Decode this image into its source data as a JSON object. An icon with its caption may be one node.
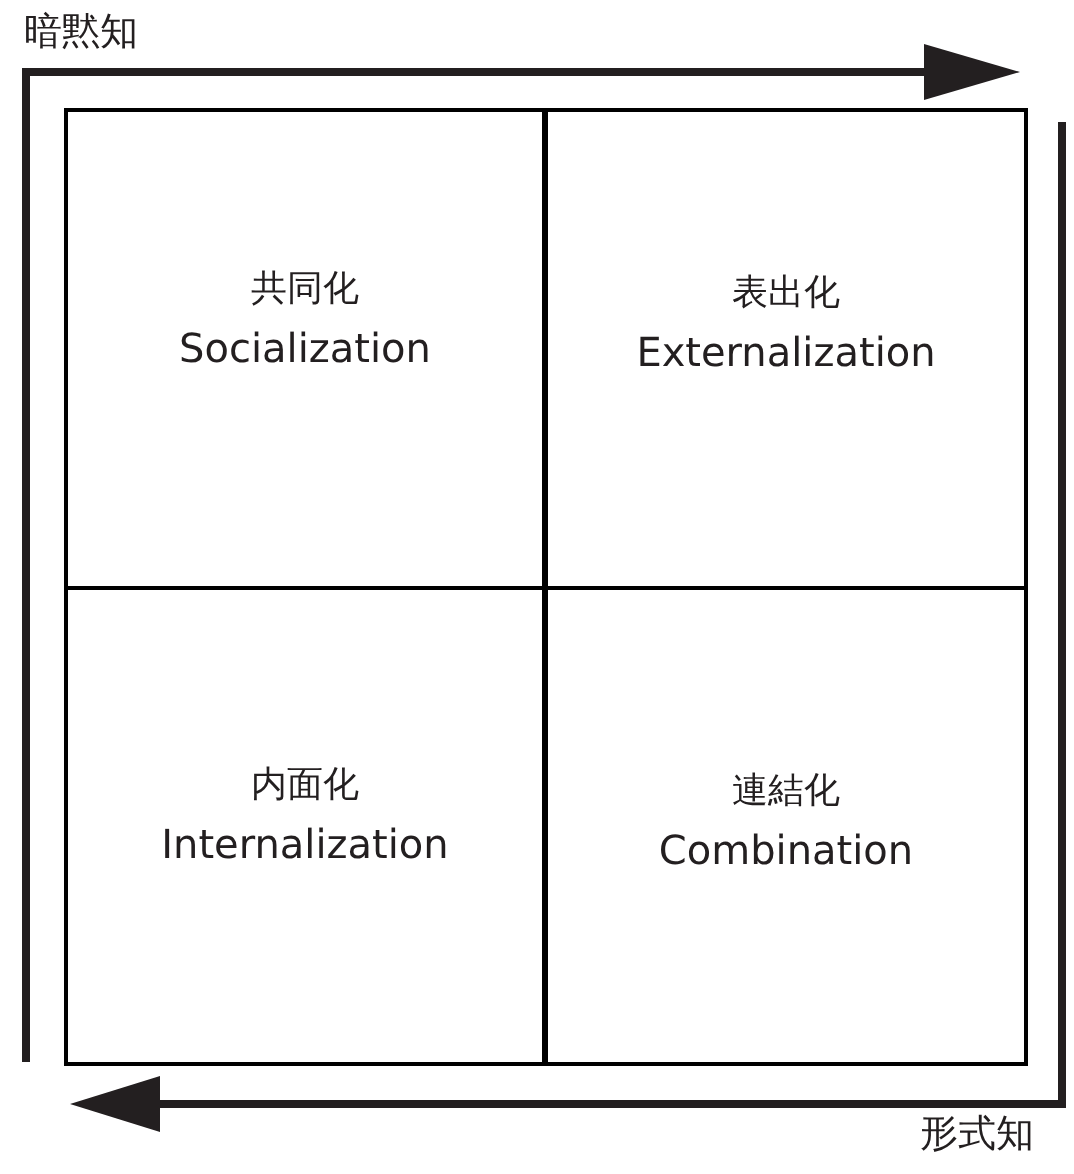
{
  "diagram": {
    "nodes": [
      {
        "text": [
          "共同化",
          "Socialization"
        ]
      },
      {
        "text": [
          "表出化",
          "Externalization"
        ]
      },
      {
        "text": [
          "内面化",
          "Internalization"
        ]
      },
      {
        "text": [
          "連結化",
          "Combination"
        ]
      }
    ],
    "labels": [
      "暗黙知",
      "形式知"
    ]
  }
}
